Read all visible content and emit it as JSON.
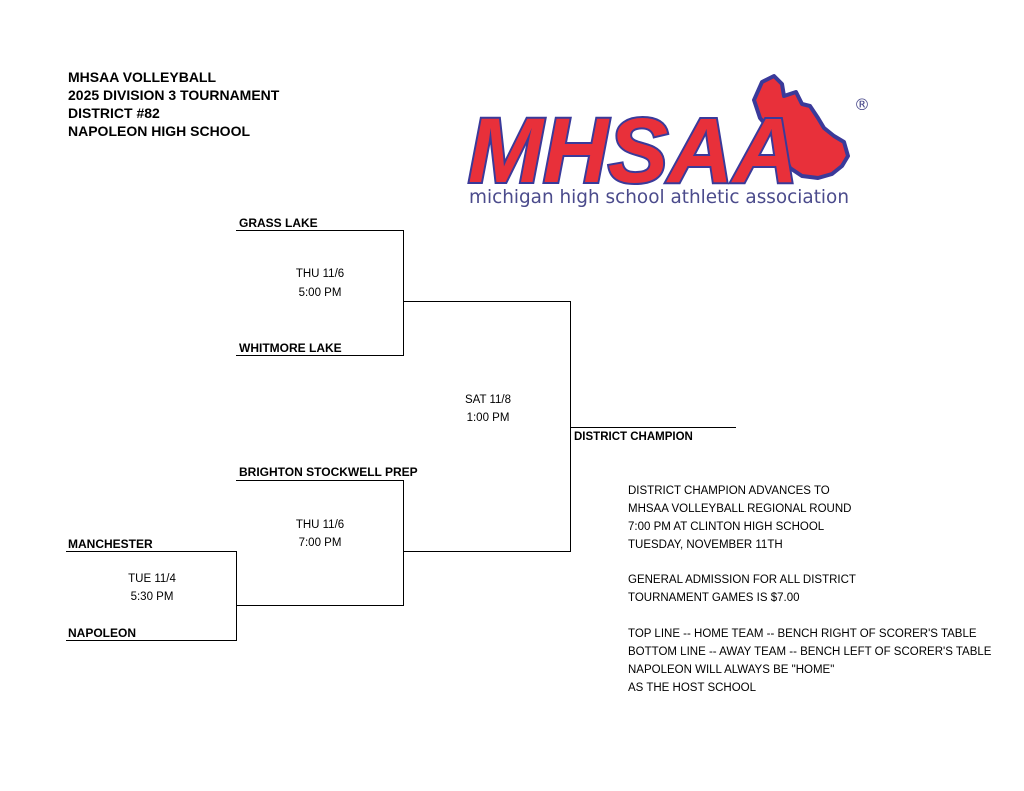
{
  "header": {
    "line1": "MHSAA VOLLEYBALL",
    "line2": "2025 DIVISION 3 TOURNAMENT",
    "line3": "DISTRICT #82",
    "line4": "NAPOLEON HIGH SCHOOL"
  },
  "logo": {
    "text": "MHSAA",
    "tagline": "michigan high school athletic association",
    "registered": "®",
    "colors": {
      "red": "#e8303a",
      "blue": "#3a3a9a",
      "tagline": "#4b4b8c"
    }
  },
  "bracket": {
    "team_grass_lake": "GRASS LAKE",
    "team_whitmore_lake": "WHITMORE LAKE",
    "team_brighton": "BRIGHTON STOCKWELL PREP",
    "team_manchester": "MANCHESTER",
    "team_napoleon": "NAPOLEON",
    "champion_label": "DISTRICT CHAMPION",
    "game1": {
      "day": "THU 11/6",
      "time": "5:00 PM"
    },
    "game2": {
      "day": "THU 11/6",
      "time": "7:00 PM"
    },
    "game3": {
      "day": "TUE 11/4",
      "time": "5:30 PM"
    },
    "final": {
      "day": "SAT 11/8",
      "time": "1:00 PM"
    }
  },
  "notes": {
    "advance": [
      "DISTRICT CHAMPION  ADVANCES TO",
      "MHSAA VOLLEYBALL REGIONAL ROUND",
      "7:00 PM AT CLINTON HIGH SCHOOL",
      "TUESDAY, NOVEMBER 11TH"
    ],
    "admission": [
      "GENERAL ADMISSION FOR ALL DISTRICT",
      "TOURNAMENT GAMES IS $7.00"
    ],
    "home_away": [
      "TOP LINE -- HOME TEAM -- BENCH RIGHT OF SCORER'S TABLE",
      "BOTTOM LINE -- AWAY TEAM -- BENCH LEFT OF SCORER'S TABLE",
      "NAPOLEON WILL ALWAYS BE \"HOME\"",
      "AS THE HOST SCHOOL"
    ]
  }
}
